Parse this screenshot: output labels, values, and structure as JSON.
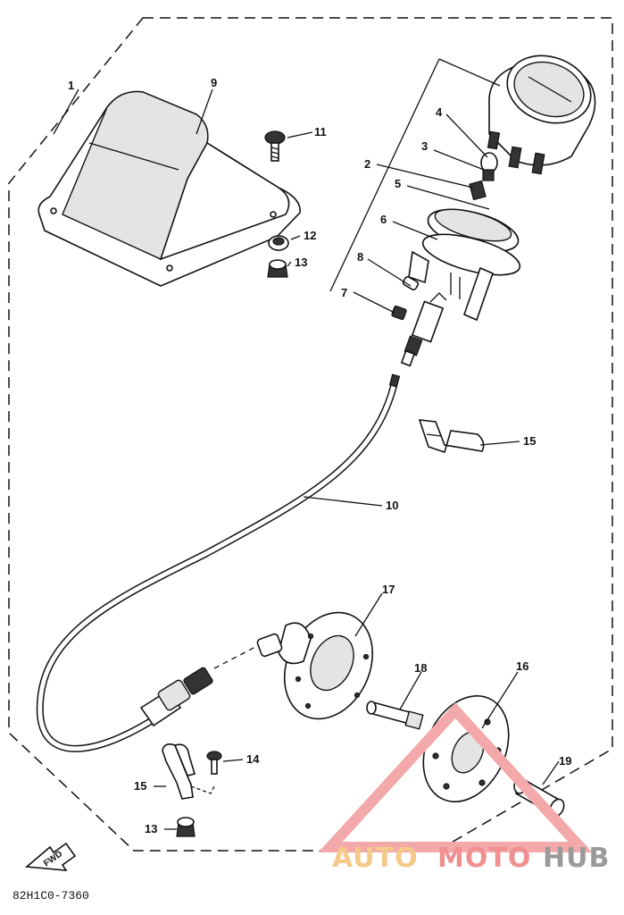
{
  "diagram": {
    "callouts": [
      "1",
      "2",
      "3",
      "4",
      "5",
      "6",
      "7",
      "8",
      "9",
      "10",
      "11",
      "12",
      "13",
      "14",
      "15",
      "16",
      "17",
      "18",
      "19"
    ],
    "callout_left_15": "15",
    "callout_left_13": "13",
    "fwd_label": "FWD",
    "drawing_code": "82H1C0-7360"
  },
  "watermark": {
    "auto": "AUTO",
    "moto": "MOTO",
    "hub": "HUB",
    "colors": {
      "triangle": "#f3a9a9",
      "auto": "#f5c98a",
      "moto": "#f09090",
      "hub": "#9a9a9a"
    }
  }
}
